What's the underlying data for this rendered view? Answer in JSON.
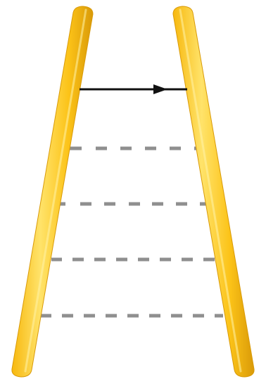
{
  "diagram": {
    "colors": {
      "rail_light": "#ffe36a",
      "rail_mid": "#fcc318",
      "rail_dark": "#d99a08",
      "rail_shadow": "#b87e06",
      "arrow": "#111111",
      "dashed_rung": "#8f8f8f",
      "background": "#ffffff"
    },
    "rails": [
      {
        "side": "left"
      },
      {
        "side": "right"
      }
    ],
    "rungs": [
      {
        "style": "solid-arrow",
        "direction": "left-to-right"
      },
      {
        "style": "dashed"
      },
      {
        "style": "dashed"
      },
      {
        "style": "dashed"
      },
      {
        "style": "dashed"
      }
    ]
  }
}
